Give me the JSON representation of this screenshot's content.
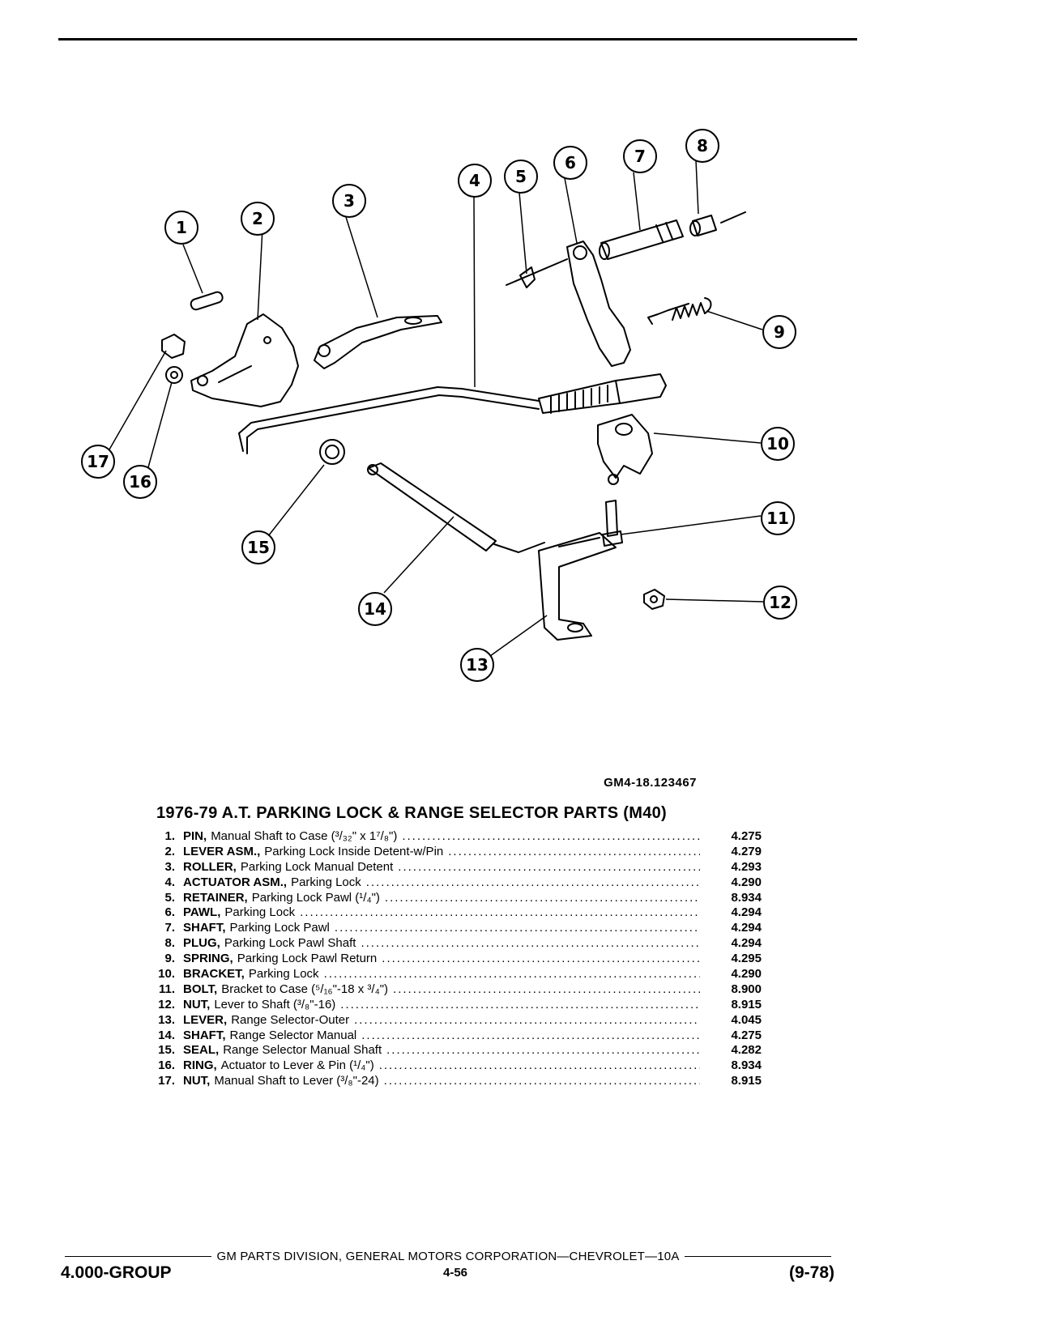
{
  "figure_code": "GM4-18.123467",
  "title": "1976-79 A.T. PARKING LOCK & RANGE SELECTOR PARTS (M40)",
  "callout_labels": [
    "1",
    "2",
    "3",
    "4",
    "5",
    "6",
    "7",
    "8",
    "9",
    "10",
    "11",
    "12",
    "13",
    "14",
    "15",
    "16",
    "17"
  ],
  "parts": [
    {
      "num": "1.",
      "name": "PIN,",
      "desc": "Manual Shaft to Case (³/₃₂\" x 1⁷/₈\")",
      "ref": "4.275"
    },
    {
      "num": "2.",
      "name": "LEVER ASM.,",
      "desc": "Parking Lock Inside Detent-w/Pin",
      "ref": "4.279"
    },
    {
      "num": "3.",
      "name": "ROLLER,",
      "desc": "Parking Lock Manual Detent",
      "ref": "4.293"
    },
    {
      "num": "4.",
      "name": "ACTUATOR ASM.,",
      "desc": "Parking Lock",
      "ref": "4.290"
    },
    {
      "num": "5.",
      "name": "RETAINER,",
      "desc": "Parking Lock Pawl (¹/₄\")",
      "ref": "8.934"
    },
    {
      "num": "6.",
      "name": "PAWL,",
      "desc": "Parking Lock",
      "ref": "4.294"
    },
    {
      "num": "7.",
      "name": "SHAFT,",
      "desc": "Parking Lock Pawl",
      "ref": "4.294"
    },
    {
      "num": "8.",
      "name": "PLUG,",
      "desc": "Parking Lock Pawl Shaft",
      "ref": "4.294"
    },
    {
      "num": "9.",
      "name": "SPRING,",
      "desc": "Parking Lock Pawl Return",
      "ref": "4.295"
    },
    {
      "num": "10.",
      "name": "BRACKET,",
      "desc": "Parking Lock",
      "ref": "4.290"
    },
    {
      "num": "11.",
      "name": "BOLT,",
      "desc": "Bracket to Case (⁵/₁₆\"-18 x ³/₄\")",
      "ref": "8.900"
    },
    {
      "num": "12.",
      "name": "NUT,",
      "desc": "Lever to Shaft (³/₈\"-16)",
      "ref": "8.915"
    },
    {
      "num": "13.",
      "name": "LEVER,",
      "desc": "Range Selector-Outer",
      "ref": "4.045"
    },
    {
      "num": "14.",
      "name": "SHAFT,",
      "desc": "Range Selector Manual",
      "ref": "4.275"
    },
    {
      "num": "15.",
      "name": "SEAL,",
      "desc": "Range Selector Manual Shaft",
      "ref": "4.282"
    },
    {
      "num": "16.",
      "name": "RING,",
      "desc": "Actuator to Lever & Pin (¹/₄\")",
      "ref": "8.934"
    },
    {
      "num": "17.",
      "name": "NUT,",
      "desc": "Manual Shaft to Lever (³/₈\"-24)",
      "ref": "8.915"
    }
  ],
  "footer": {
    "publisher": "GM PARTS DIVISION, GENERAL MOTORS CORPORATION—CHEVROLET—10A",
    "group": "4.000-GROUP",
    "page": "4-56",
    "date": "(9-78)"
  }
}
